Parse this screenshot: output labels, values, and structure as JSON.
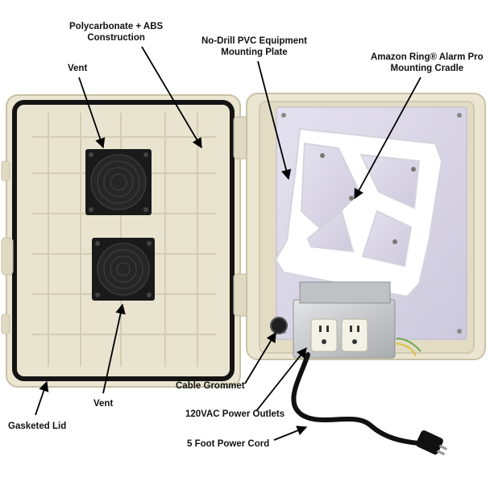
{
  "labels": {
    "polycarbonate": {
      "line1": "Polycarbonate + ABS",
      "line2": "Construction"
    },
    "vent_top": "Vent",
    "mounting_plate": {
      "line1": "No-Drill PVC Equipment",
      "line2": "Mounting Plate"
    },
    "ring_cradle": {
      "line1": "Amazon Ring® Alarm Pro",
      "line2": "Mounting Cradle"
    },
    "cable_grommet": "Cable Grommet",
    "vent_bottom": "Vent",
    "power_outlets": "120VAC Power Outlets",
    "gasketed_lid": "Gasketed Lid",
    "power_cord": "5 Foot Power Cord"
  },
  "colors": {
    "enclosure": "#ebe6d2",
    "enclosure_shade": "#d6d0b8",
    "gasket": "#141414",
    "plate": "#d9d6e6",
    "cradle": "#ffffff",
    "metal_box": "#c9cbcd",
    "fan": "#1a1a1a"
  }
}
